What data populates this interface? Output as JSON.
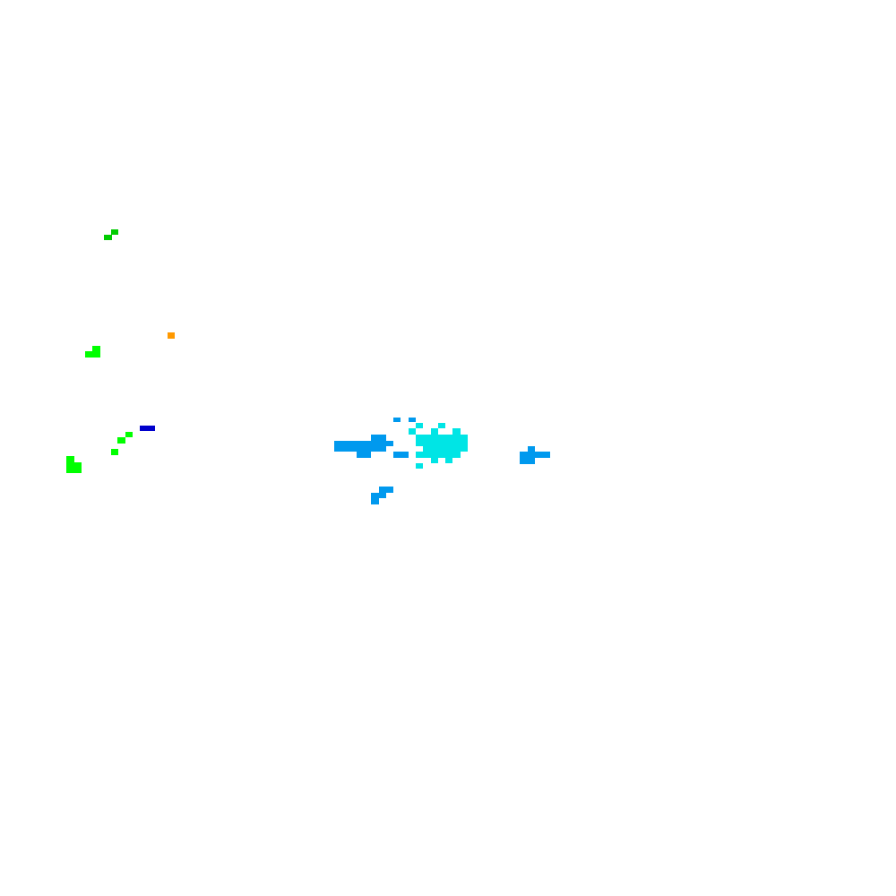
{
  "palette": {
    "background": "#ffffff",
    "dark_green": "#00cc00",
    "bright_green": "#00ff00",
    "orange": "#ff9900",
    "dark_blue": "#0000cc",
    "azure": "#0099ee",
    "cyan": "#00e5e5"
  },
  "clusters": [
    {
      "id": "green-pixel-group-upper",
      "color": "dark_green"
    },
    {
      "id": "green-pixel-group-middle",
      "color": "bright_green"
    },
    {
      "id": "orange-pixel",
      "color": "orange"
    },
    {
      "id": "dark-blue-pixel-bar",
      "color": "dark_blue"
    },
    {
      "id": "green-pixel-group-lower",
      "color": "bright_green"
    },
    {
      "id": "green-pixel-block-left",
      "color": "bright_green"
    },
    {
      "id": "blue-pixel-bar-center",
      "color": "azure"
    },
    {
      "id": "cyan-pixel-cluster-center",
      "color": "cyan"
    },
    {
      "id": "blue-pixel-group-right",
      "color": "azure"
    },
    {
      "id": "blue-pixel-group-lower",
      "color": "azure"
    }
  ]
}
